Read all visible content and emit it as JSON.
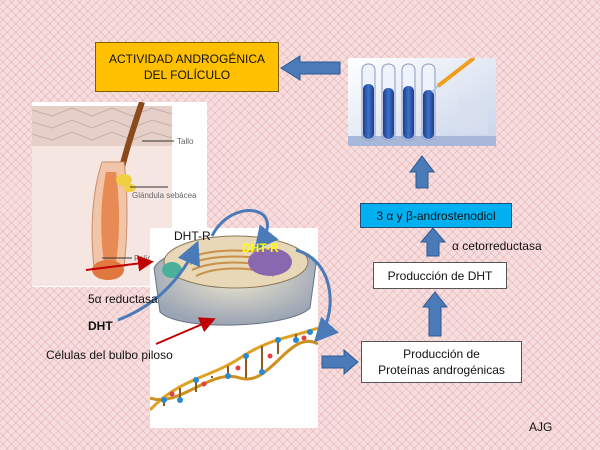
{
  "boxes": {
    "activity_line1": "ACTIVIDAD ANDROGÉNICA",
    "activity_line2": "DEL FOLÍCULO",
    "androstenediol": "3 α y β-androstenodiol",
    "dht_production": "Producción de DHT",
    "proteins_line1": "Producción de",
    "proteins_line2": "Proteínas  androgénicas"
  },
  "labels": {
    "cetorreductasa": "α cetorreductasa",
    "reductasa": "5α reductasa",
    "dht": "DHT",
    "cells": "Células del bulbo piloso",
    "dht_r_1": "DHT-R",
    "dht_r_2": "DHT-R",
    "author": "AJG"
  },
  "hair_labels": {
    "tallo": "Tallo",
    "glandula": "Glándula sebácea",
    "foliculo": "Folículo"
  },
  "colors": {
    "arrow_blue": "#4a7ab8",
    "activity_box": "#ffc000",
    "androstenediol_box": "#00b0f0",
    "red_arrow": "#c00000"
  }
}
